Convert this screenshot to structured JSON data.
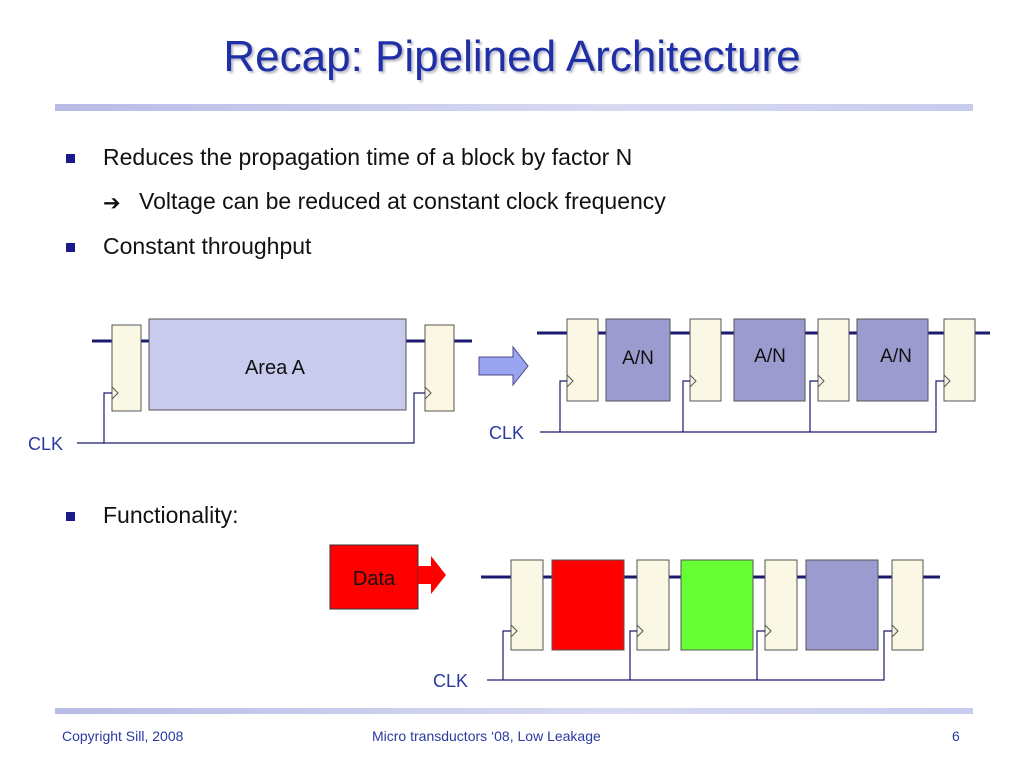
{
  "slide": {
    "title": "Recap: Pipelined Architecture",
    "bullets": {
      "b1": "Reduces the propagation time of a block by factor N",
      "b1_sub_arrow": "➔",
      "b1_sub": "Voltage can be reduced at constant clock frequency",
      "b2": "Constant throughput",
      "b3": "Functionality:"
    }
  },
  "diagram": {
    "clk_label": "CLK",
    "area_label": "Area A",
    "stage_label": "A/N",
    "data_label": "Data"
  },
  "colors": {
    "title": "#1f2fa6",
    "register_fill": "#faf7e4",
    "area_fill": "#c8cbee",
    "stage_fill": "#9b9bcf",
    "wire": "#1a1a6e",
    "data_red": "#ff0000",
    "data_green": "#66ff33",
    "data_lavender": "#9b9bcf"
  },
  "footer": {
    "left": "Copyright Sill, 2008",
    "center": "Micro transductors ‘08, Low Leakage",
    "page": "6"
  }
}
